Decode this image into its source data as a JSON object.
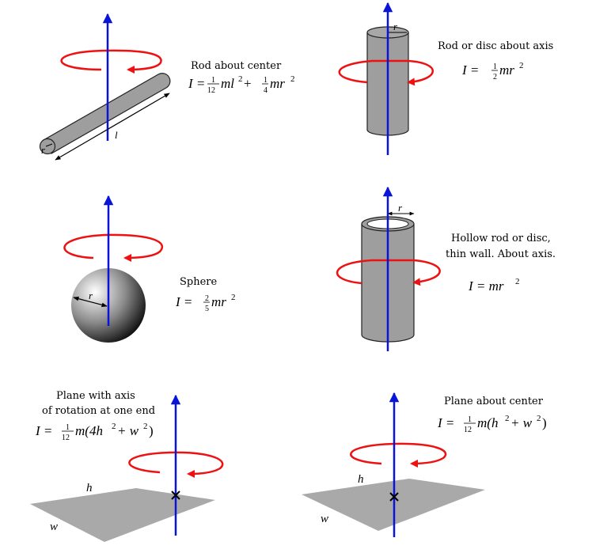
{
  "panels": {
    "rod_center": {
      "title": "Rod about center",
      "formula": [
        "I = ",
        "ml",
        " + ",
        "mr"
      ],
      "dim_length": "l",
      "dim_radius": "r"
    },
    "rod_axis": {
      "title": "Rod or disc about axis",
      "formula": [
        "I = ",
        "mr"
      ],
      "dim_radius": "r"
    },
    "sphere": {
      "title": "Sphere",
      "formula": [
        "I = ",
        "mr"
      ],
      "dim_radius": "r"
    },
    "hollow": {
      "title_line1": "Hollow rod or disc,",
      "title_line2": "thin wall. About axis.",
      "formula": [
        "I = mr"
      ],
      "dim_radius": "r"
    },
    "plane_end": {
      "title_line1": "Plane with axis",
      "title_line2": "of rotation at one end",
      "formula": [
        "I = ",
        "m(4h",
        " + w",
        ")"
      ],
      "dim_h": "h",
      "dim_w": "w"
    },
    "plane_center": {
      "title": "Plane about center",
      "formula": [
        "I = ",
        "m(h",
        " + w",
        ")"
      ],
      "dim_h": "h",
      "dim_w": "w"
    }
  },
  "fractions": {
    "one": "1",
    "two": "2",
    "four": "4",
    "five": "5",
    "twelve": "12"
  },
  "exponent": "2",
  "colors": {
    "axis": "#0a14d6",
    "rotation": "#ee1111",
    "body_fill": "#9e9e9e",
    "plane_fill": "#a9a9a9"
  }
}
